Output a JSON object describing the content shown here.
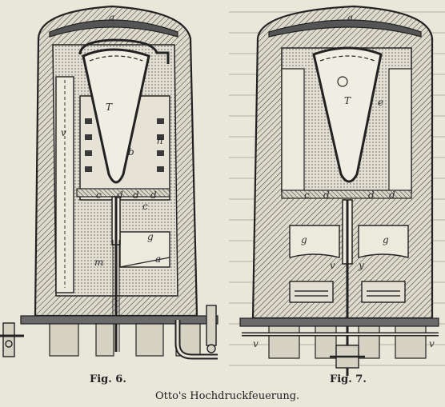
{
  "figures": [
    {
      "caption": "Fig. 6.",
      "labels": {
        "top": "a",
        "body": "T",
        "k1": "b",
        "k2": "c",
        "row": [
          "c",
          "d",
          "d",
          "d"
        ],
        "grate": "g",
        "ash": "a",
        "pipe": "m",
        "left": "v",
        "valve": "h"
      }
    },
    {
      "caption": "Fig. 7.",
      "labels": {
        "top": "a",
        "body": "T",
        "mid": "e",
        "row": [
          "c",
          "d",
          "d",
          "d"
        ],
        "chamberL": "g",
        "chamberR": "g",
        "lower": [
          "v",
          "y"
        ],
        "pipe": [
          "v",
          "v"
        ]
      }
    }
  ],
  "title": "Otto's Hochdruckfeuerung."
}
